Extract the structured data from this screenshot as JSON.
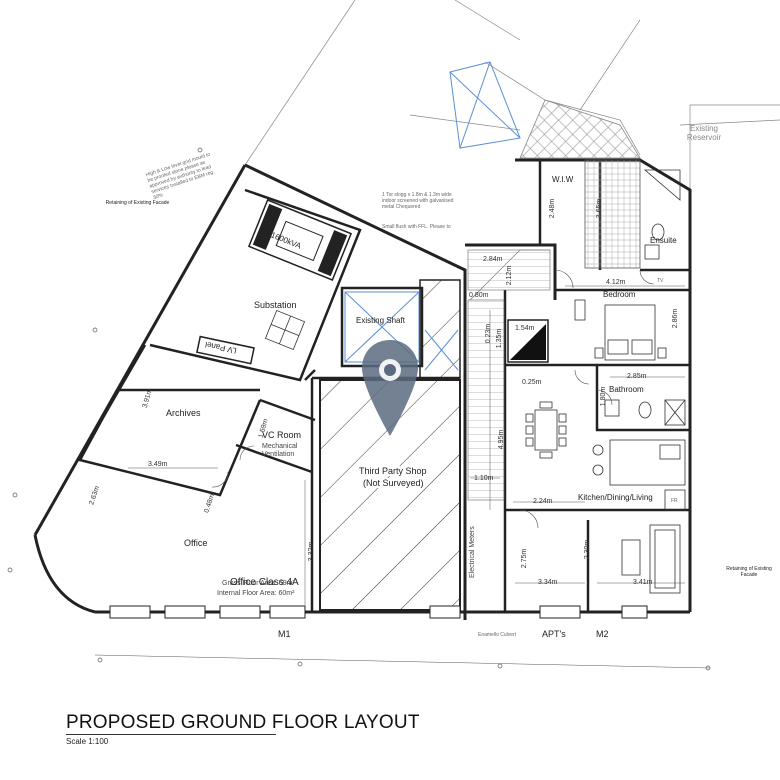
{
  "title": "PROPOSED GROUND FLOOR LAYOUT",
  "scale": "Scale 1:100",
  "rooms": {
    "substation": "Substation",
    "kva": "1600kVA",
    "lv_panel": "LV Panel",
    "archives": "Archives",
    "vc_room": "VC Room",
    "vc_note": "Mechanical Ventilation",
    "office": "Office",
    "office_class": "Office Class 4A",
    "gross_area": "Gross Floor Area: 69m²",
    "internal_area": "Internal Floor Area: 60m²",
    "shaft": "Existing Shaft",
    "shop": "Third Party Shop",
    "shop_note": "(Not Surveyed)",
    "wiw": "W.I.W",
    "ensuite": "Ensuite",
    "bedroom": "Bedroom",
    "bathroom": "Bathroom",
    "kitchen": "Kitchen/Dining/Living",
    "meters": "Electrical Meters",
    "reservoir": "Existing Reservoir",
    "retain_left": "Retaining of Existing Facade",
    "retain_right": "Retaining of Existing Facade",
    "m1": "M1",
    "m2": "M2",
    "apts": "APT's",
    "culvert": "Enamello Culvert",
    "tv": "TV",
    "fr": "FR"
  },
  "notes": {
    "top_left": "High & Low level grid mould to be proofed stone please as approved by authority to lead services Installed to EBM reg. 30%",
    "top_mid": "1 Tor slogg x 1.8m & 1.3m wide indoor screened with galvanised metal Chequered",
    "top_mid2": "Small flush with FFL. Please to"
  },
  "dims": {
    "d_391": "3.91m",
    "d_349": "3.49m",
    "d_263": "2.63m",
    "d_159": "1.59m",
    "d_048": "0.48m",
    "d_332": "3.32m",
    "d_248": "2.48m",
    "d_365": "3.65m",
    "d_412": "4.12m",
    "d_286": "2.86m",
    "d_284": "2.84m",
    "d_212": "2.12m",
    "d_080": "0.80m",
    "d_023": "0.23m",
    "d_135": "1.35m",
    "d_154": "1.54m",
    "d_285": "2.85m",
    "d_180": "1.80m",
    "d_495": "4.95m",
    "d_110": "1.10m",
    "d_224": "2.24m",
    "d_275": "2.75m",
    "d_230": "2.30m",
    "d_334": "3.34m",
    "d_341": "3.41m",
    "d_025": "0.25m"
  },
  "colors": {
    "ink": "#333333",
    "wall": "#222222",
    "blue": "#5b8fd6",
    "pin": "#5a6b80"
  }
}
